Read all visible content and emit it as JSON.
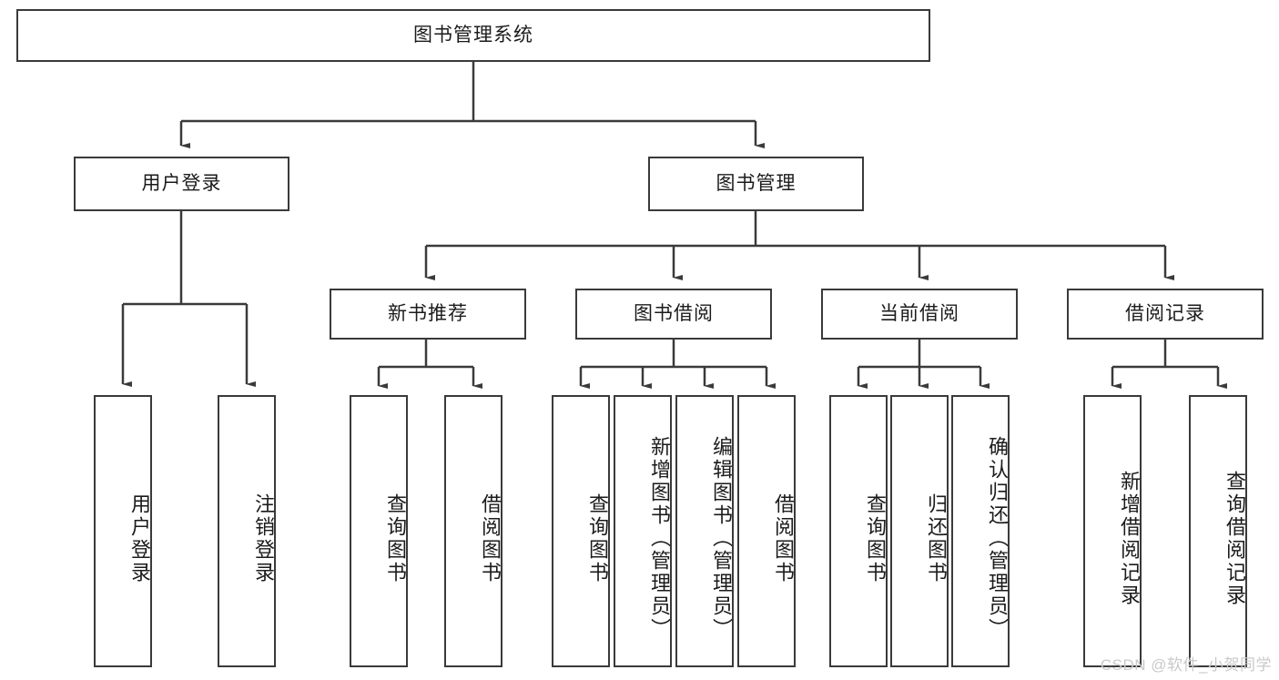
{
  "diagram": {
    "title": "图书管理系统",
    "type": "hierarchy-tree",
    "colors": {
      "node_border": "#3a3a3a",
      "node_fill": "#ffffff",
      "edge": "#3a3a3a",
      "text": "#1b1b1b",
      "watermark": "#c9c9c9",
      "background": "#ffffff"
    },
    "levels": [
      {
        "level": 1,
        "nodes": [
          {
            "id": "root",
            "label": "图书管理系统",
            "orientation": "horizontal"
          }
        ]
      },
      {
        "level": 2,
        "nodes": [
          {
            "id": "login",
            "label": "用户登录",
            "orientation": "horizontal",
            "parent": "root"
          },
          {
            "id": "bookmgmt",
            "label": "图书管理",
            "orientation": "horizontal",
            "parent": "root"
          }
        ]
      },
      {
        "level": 3,
        "nodes": [
          {
            "id": "newbook",
            "label": "新书推荐",
            "orientation": "horizontal",
            "parent": "bookmgmt"
          },
          {
            "id": "borrow",
            "label": "图书借阅",
            "orientation": "horizontal",
            "parent": "bookmgmt"
          },
          {
            "id": "current",
            "label": "当前借阅",
            "orientation": "horizontal",
            "parent": "bookmgmt"
          },
          {
            "id": "records",
            "label": "借阅记录",
            "orientation": "horizontal",
            "parent": "bookmgmt"
          }
        ]
      },
      {
        "level": 4,
        "nodes": [
          {
            "id": "leaf-user-login",
            "label": "用户登录",
            "orientation": "vertical",
            "parent": "login"
          },
          {
            "id": "leaf-user-logout",
            "label": "注销登录",
            "orientation": "vertical",
            "parent": "login"
          },
          {
            "id": "leaf-query-book-1",
            "label": "查询图书",
            "orientation": "vertical",
            "parent": "newbook"
          },
          {
            "id": "leaf-borrow-book-1",
            "label": "借阅图书",
            "orientation": "vertical",
            "parent": "newbook"
          },
          {
            "id": "leaf-query-book-2",
            "label": "查询图书",
            "orientation": "vertical",
            "parent": "borrow"
          },
          {
            "id": "leaf-add-book",
            "label": "新增图书（管理员）",
            "orientation": "vertical",
            "parent": "borrow"
          },
          {
            "id": "leaf-edit-book",
            "label": "编辑图书（管理员）",
            "orientation": "vertical",
            "parent": "borrow"
          },
          {
            "id": "leaf-borrow-book-2",
            "label": "借阅图书",
            "orientation": "vertical",
            "parent": "borrow"
          },
          {
            "id": "leaf-query-book-3",
            "label": "查询图书",
            "orientation": "vertical",
            "parent": "current"
          },
          {
            "id": "leaf-return-book",
            "label": "归还图书",
            "orientation": "vertical",
            "parent": "current"
          },
          {
            "id": "leaf-confirm-return",
            "label": "确认归还（管理员）",
            "orientation": "vertical",
            "parent": "current"
          },
          {
            "id": "leaf-add-record",
            "label": "新增借阅记录",
            "orientation": "vertical",
            "parent": "records"
          },
          {
            "id": "leaf-query-record",
            "label": "查询借阅记录",
            "orientation": "vertical",
            "parent": "records"
          }
        ]
      }
    ],
    "watermark": "CSDN @软件_小贺同学"
  }
}
